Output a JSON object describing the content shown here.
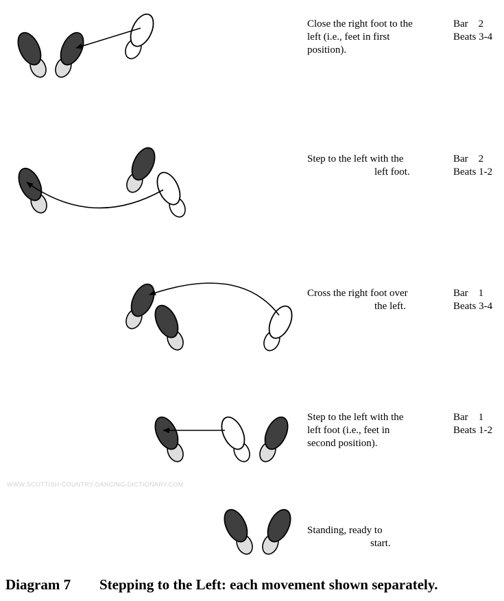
{
  "colors": {
    "left_foot_toe": "#3f3f3f",
    "left_foot_heel": "#dedede",
    "right_foot_toe": "#ffffff",
    "right_foot_heel": "#ffffff",
    "outline": "#000000",
    "watermark": "#d2d2d2"
  },
  "icons": [
    "left-foot-icon",
    "right-foot-icon",
    "movement-arrow-icon"
  ],
  "steps": [
    {
      "description": [
        "Close the right foot to the",
        "left (i.e., feet in first",
        "position)."
      ],
      "bar": "Bar    2",
      "beats": "Beats 3-4"
    },
    {
      "description": [
        "Step to the left with the",
        "left foot."
      ],
      "bar": "Bar    2",
      "beats": "Beats 1-2"
    },
    {
      "description": [
        "Cross the right foot over",
        "the left."
      ],
      "bar": "Bar    1",
      "beats": "Beats 3-4"
    },
    {
      "description": [
        "Step to the left with the",
        "left foot (i.e., feet in",
        "second position)."
      ],
      "bar": "Bar    1",
      "beats": "Beats 1-2"
    },
    {
      "description": [
        "Standing, ready to",
        "start."
      ]
    }
  ],
  "watermark": "WWW.SCOTTISH-COUNTRY-DANCING-DICTIONARY.COM",
  "caption": {
    "number": "Diagram 7",
    "title": "Stepping to the Left: each movement shown separately."
  }
}
